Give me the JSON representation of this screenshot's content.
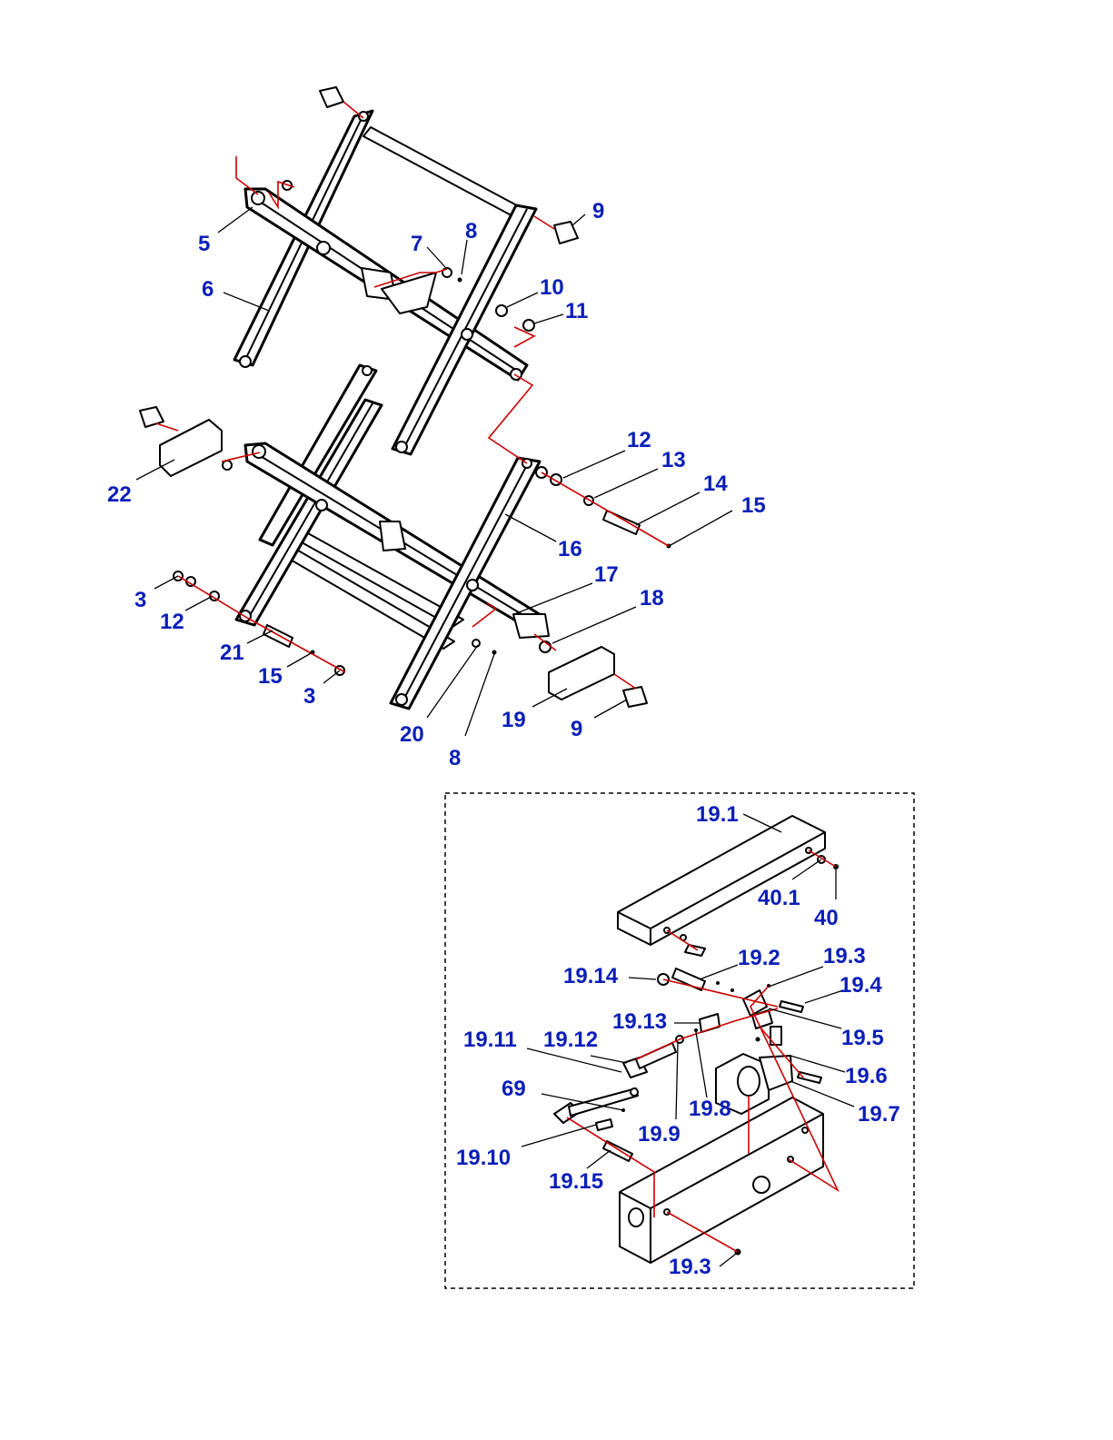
{
  "colors": {
    "callout": "#0b1fb8",
    "assembly_axis": "#cc0000",
    "line": "#000000",
    "background": "#ffffff"
  },
  "callouts": {
    "c3a": "3",
    "c3b": "3",
    "c5": "5",
    "c6": "6",
    "c7": "7",
    "c8a": "8",
    "c8b": "8",
    "c9a": "9",
    "c9b": "9",
    "c10": "10",
    "c11": "11",
    "c12a": "12",
    "c12b": "12",
    "c13": "13",
    "c14": "14",
    "c15a": "15",
    "c15b": "15",
    "c16": "16",
    "c17": "17",
    "c18": "18",
    "c19": "19",
    "c20": "20",
    "c21": "21",
    "c22": "22",
    "c19_1": "19.1",
    "c19_2": "19.2",
    "c19_3a": "19.3",
    "c19_3b": "19.3",
    "c19_4": "19.4",
    "c19_5": "19.5",
    "c19_6": "19.6",
    "c19_7": "19.7",
    "c19_8": "19.8",
    "c19_9": "19.9",
    "c19_10": "19.10",
    "c19_11": "19.11",
    "c19_12": "19.12",
    "c19_13": "19.13",
    "c19_14": "19.14",
    "c19_15": "19.15",
    "c40": "40",
    "c40_1": "40.1",
    "c69": "69"
  }
}
